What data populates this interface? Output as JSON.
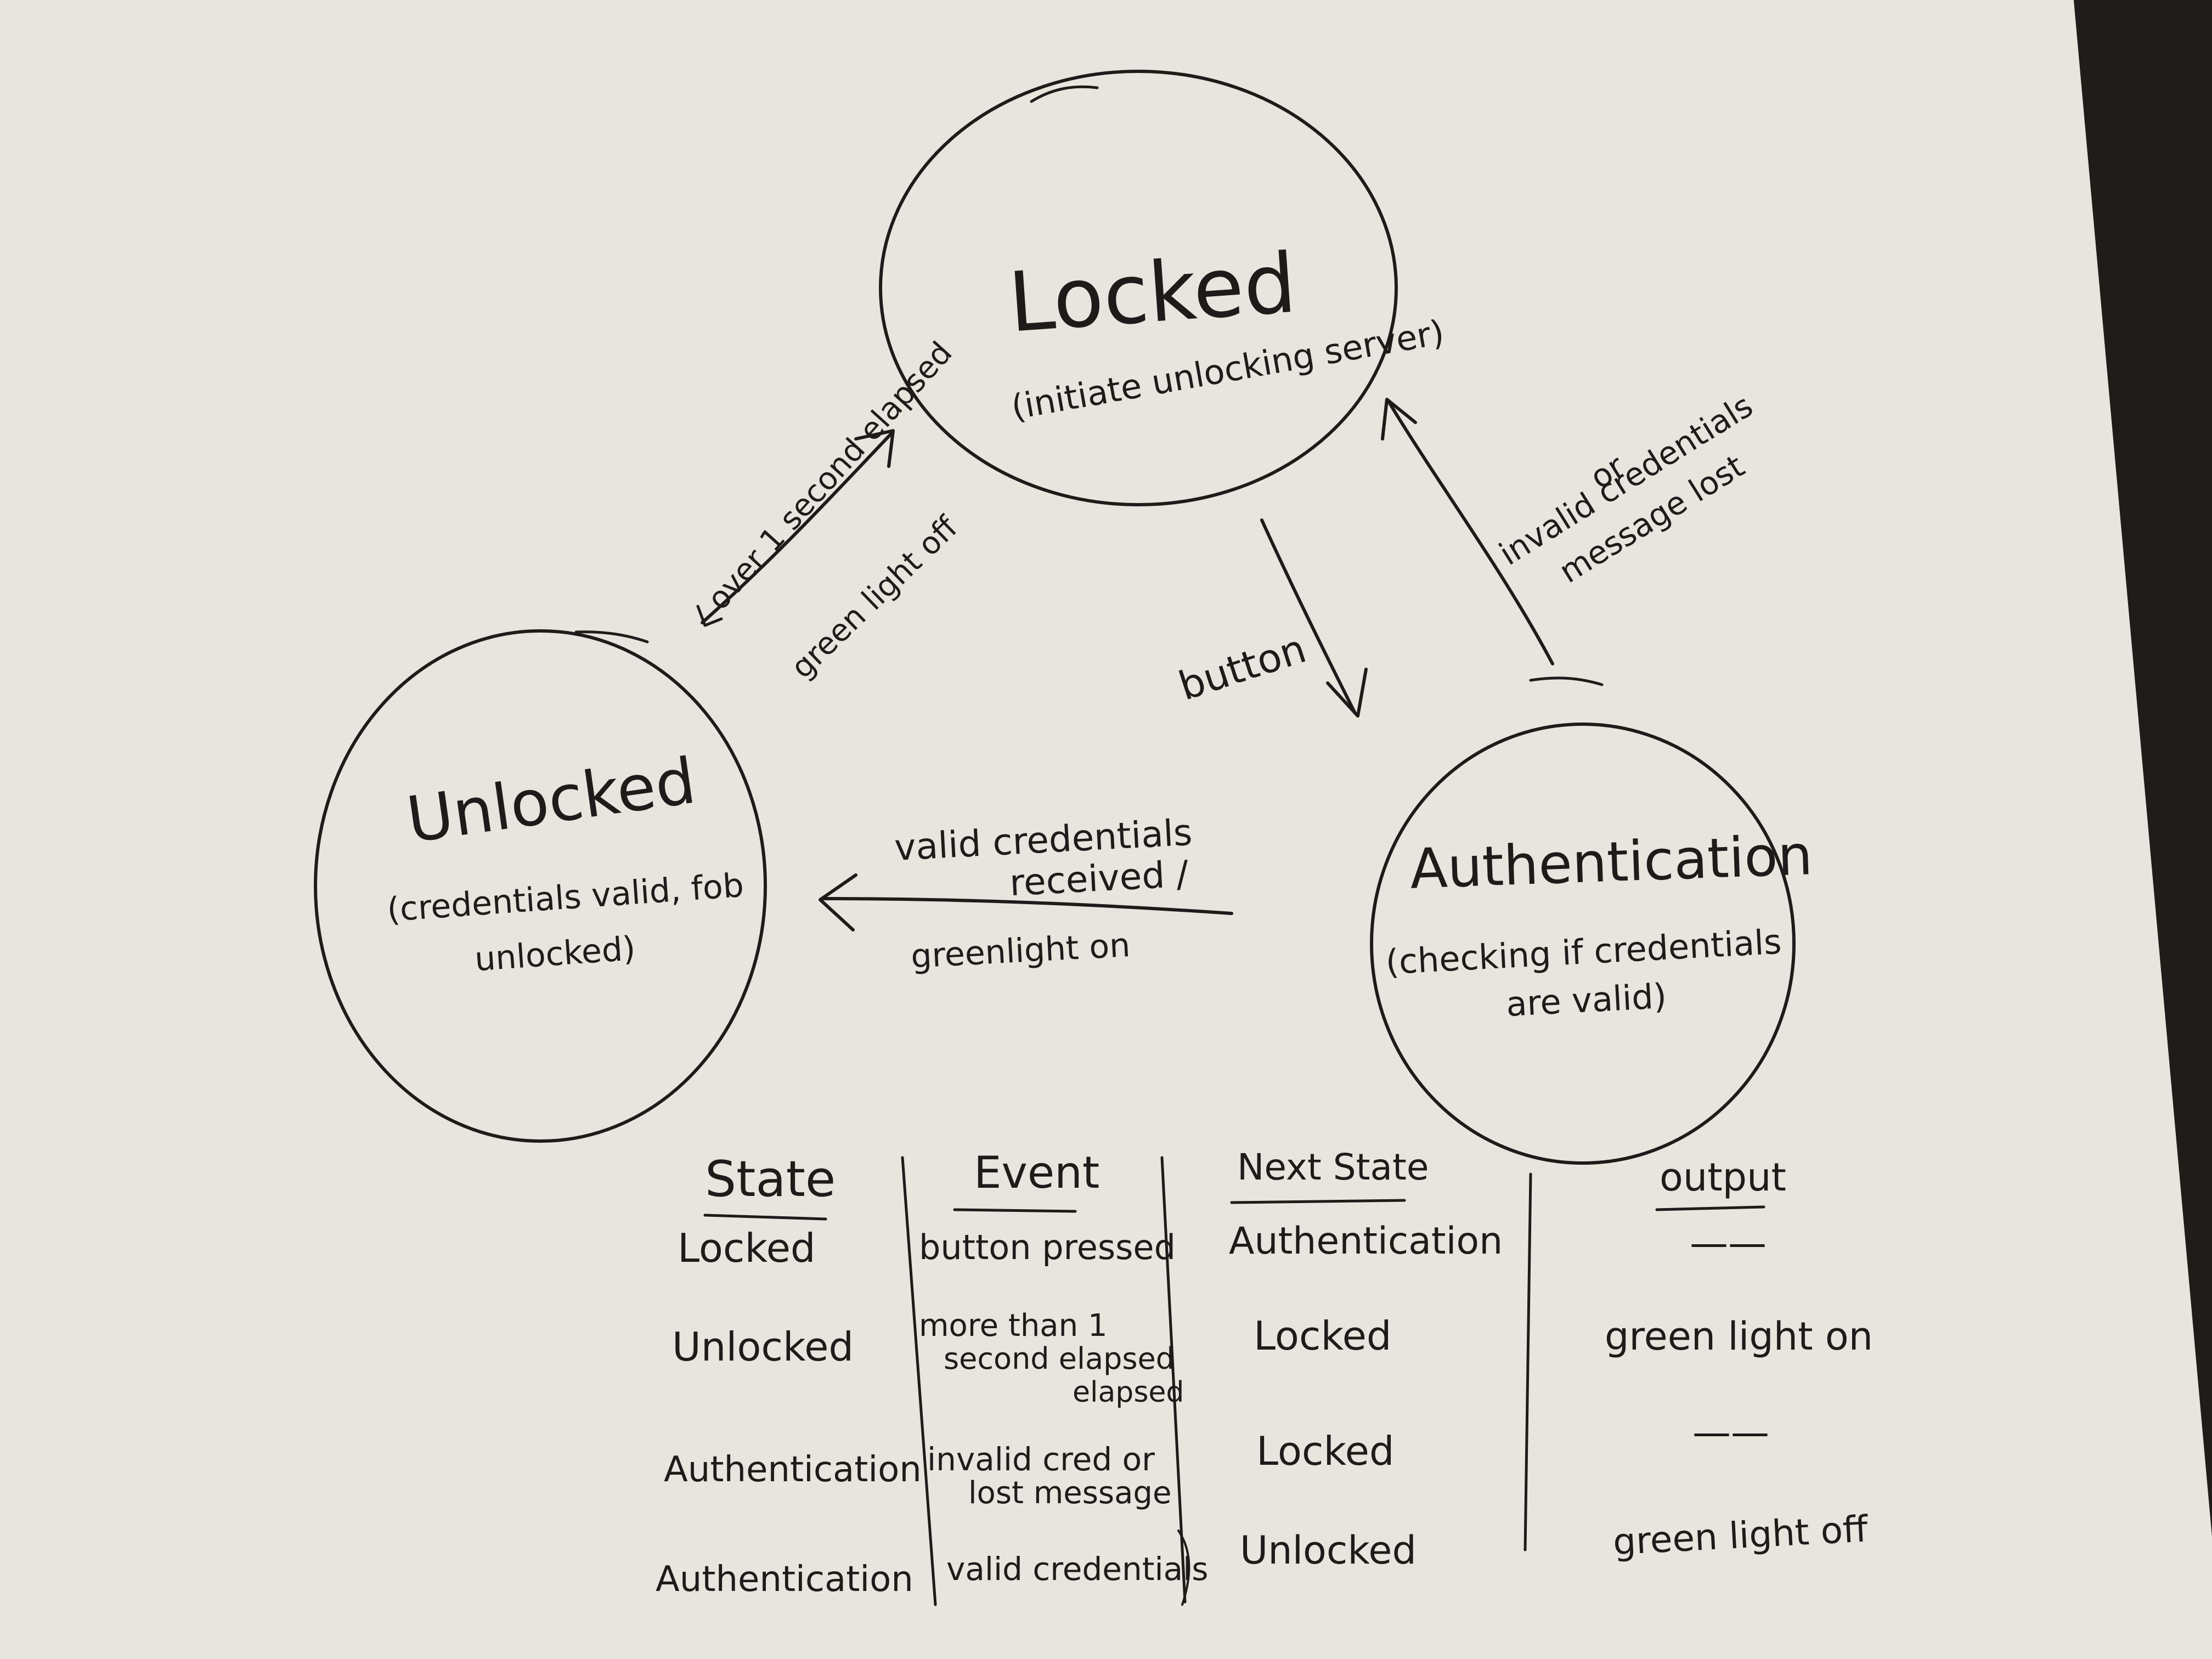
{
  "colors": {
    "paper": "#e8e4de",
    "ink": "#1e1c1a",
    "background": "#2b2724"
  },
  "states": {
    "locked": {
      "name": "Locked",
      "desc": "(initiate unlocking server)"
    },
    "unlocked": {
      "name": "Unlocked",
      "desc_line1": "(credentials valid, fob",
      "desc_line2": "unlocked)"
    },
    "authentication": {
      "name": "Authentication",
      "desc_line1": "(checking if credentials",
      "desc_line2": "are valid)"
    }
  },
  "transitions": {
    "locked_to_auth": {
      "label": "button"
    },
    "auth_to_locked": {
      "line1": "invalid credentials",
      "line2": "or",
      "line3": "message lost"
    },
    "auth_to_unlocked": {
      "line1": "valid credentials",
      "line2": "received /",
      "line3": "greenlight on"
    },
    "unlocked_to_locked": {
      "line1": "over 1 second elapsed",
      "line2": "green light off"
    }
  },
  "table": {
    "headers": {
      "state": "State",
      "event": "Event",
      "next_state": "Next State",
      "output": "output"
    },
    "rows": [
      {
        "state": "Locked",
        "event_line1": "button pressed",
        "event_line2": "",
        "event_line3": "",
        "next_state": "Authentication",
        "output": "——"
      },
      {
        "state": "Unlocked",
        "event_line1": "more than 1",
        "event_line2": "second elapsed",
        "event_line3": "elapsed",
        "next_state": "Locked",
        "output": "green light on"
      },
      {
        "state": "Authentication",
        "event_line1": "invalid cred or",
        "event_line2": "lost message",
        "event_line3": "",
        "next_state": "Locked",
        "output": "——"
      },
      {
        "state": "Authentication",
        "event_line1": "valid credentials",
        "event_line2": "",
        "event_line3": "",
        "next_state": "Unlocked",
        "output": "green light off"
      }
    ]
  }
}
